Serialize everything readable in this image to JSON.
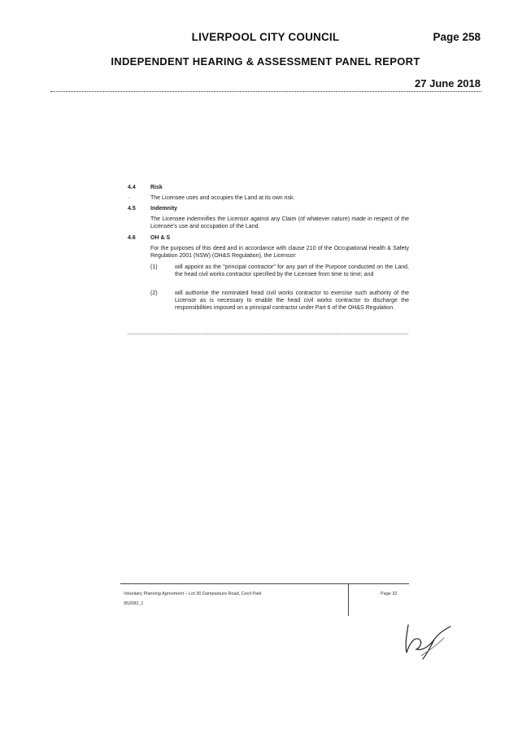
{
  "header": {
    "council": "LIVERPOOL CITY COUNCIL",
    "page": "Page 258",
    "report": "INDEPENDENT HEARING & ASSESSMENT PANEL REPORT",
    "date": "27 June 2018"
  },
  "clauses": [
    {
      "num": "4.4",
      "title": "Risk",
      "body": "The Licensee uses and occupies the Land at its own risk."
    },
    {
      "num": "4.5",
      "title": "Indemnity",
      "body": "The Licensee indemnifies the Licensor against any Claim (of whatever nature) made in respect of the Licensee's use and occupation of the Land."
    },
    {
      "num": "4.6",
      "title": "OH & S",
      "body": "For the purposes of this deed and in accordance with clause 210 of the Occupational Health & Safety Regulation 2001 (NSW) (OH&S Regulation), the Licensor:",
      "items": [
        {
          "num": "(1)",
          "text": "will appoint as the \"principal contractor\" for any part of the Purpose conducted on the Land, the head civil works contractor specified by the Licensee from time to time; and"
        },
        {
          "num": "(2)",
          "text": "will authorise the nominated head civil works contractor to exercise such authority of the Licensor as is necessary to enable the head civil works contractor to discharge the responsibilities imposed on a principal contractor under Part 6 of the OH&S Regulation."
        }
      ]
    }
  ],
  "footer": {
    "doc_title": "Voluntary Planning Agreement – Lot 30 Dampasture Road, Cecil Park",
    "doc_ref": "952082_1",
    "page": "Page 32"
  }
}
